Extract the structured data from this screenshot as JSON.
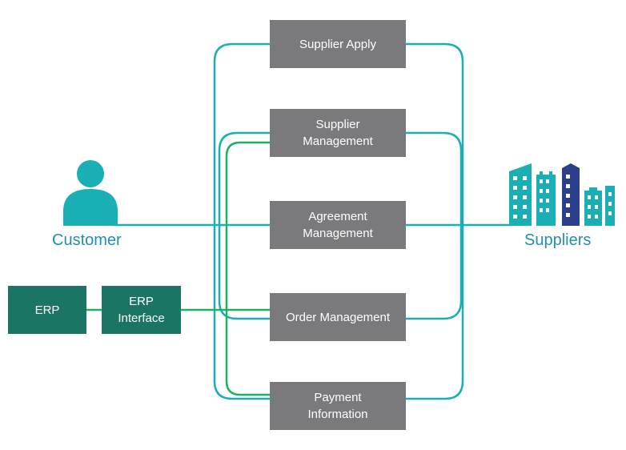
{
  "actors": {
    "customer": {
      "label": "Customer",
      "icon": "person-icon"
    },
    "suppliers": {
      "label": "Suppliers",
      "icon": "buildings-icon"
    }
  },
  "modules": {
    "supplier_apply": "Supplier Apply",
    "supplier_management": "Supplier\nManagement",
    "agreement_management": "Agreement\nManagement",
    "order_management": "Order Management",
    "payment_information": "Payment\nInformation"
  },
  "erp": {
    "erp": "ERP",
    "erp_interface": "ERP\nInterface"
  },
  "colors": {
    "teal": "#1aaeb5",
    "green": "#1db35b",
    "module_gray": "#7a7a7c",
    "erp_green": "#1b7564",
    "label_blue": "#1f8fb0",
    "building_dark": "#2b3f8c"
  }
}
